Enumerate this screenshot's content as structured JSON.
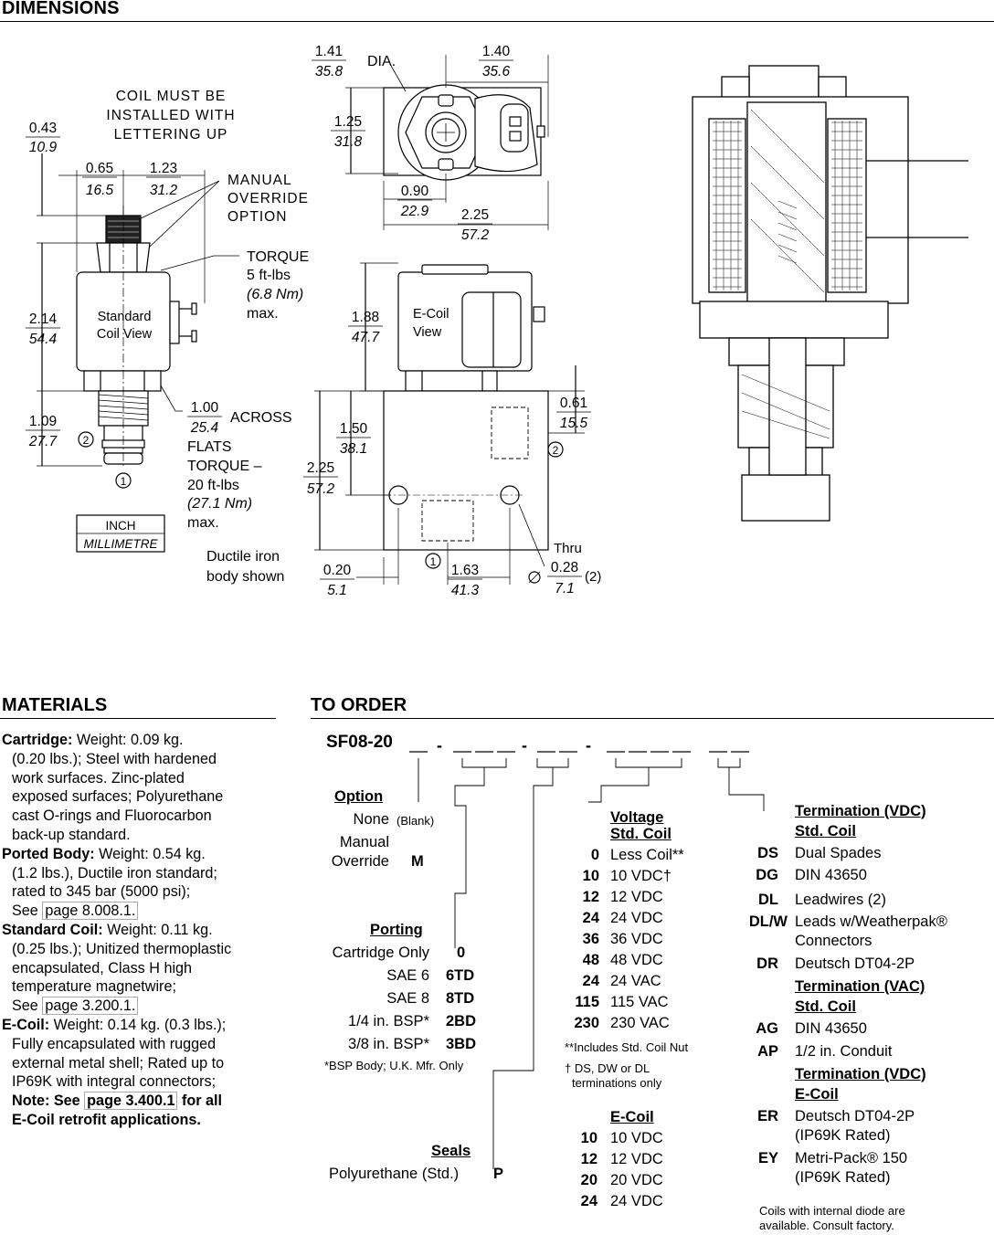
{
  "headings": {
    "dimensions": "DIMENSIONS",
    "materials": "MATERIALS",
    "to_order": "TO ORDER"
  },
  "dimensions": {
    "coil_note": [
      "COIL MUST BE",
      "INSTALLED WITH",
      "LETTERING UP"
    ],
    "manual_override": [
      "MANUAL",
      "OVERRIDE",
      "OPTION"
    ],
    "torque_coil": [
      "TORQUE",
      "5 ft-lbs",
      "(6.8 Nm)",
      "max."
    ],
    "torque_cart": [
      "TORQUE –",
      "20 ft-lbs",
      "(27.1 Nm)",
      "max."
    ],
    "across": "ACROSS",
    "flats": "FLATS",
    "standard_coil_view": [
      "Standard",
      "Coil View"
    ],
    "ecoil_view": [
      "E-Coil",
      "View"
    ],
    "unit_inch": "INCH",
    "unit_mm": "MILLIMETRE",
    "ductile": [
      "Ductile iron",
      "body shown"
    ],
    "dia": "DIA.",
    "thru": "Thru",
    "two": "(2)",
    "port1": "1",
    "port2": "2",
    "dims": [
      {
        "in": "0.43",
        "mm": "10.9"
      },
      {
        "in": "0.65",
        "mm": "16.5"
      },
      {
        "in": "1.23",
        "mm": "31.2"
      },
      {
        "in": "2.14",
        "mm": "54.4"
      },
      {
        "in": "1.00",
        "mm": "25.4"
      },
      {
        "in": "1.09",
        "mm": "27.7"
      },
      {
        "in": "1.41",
        "mm": "35.8"
      },
      {
        "in": "1.40",
        "mm": "35.6"
      },
      {
        "in": "1.25",
        "mm": "31.8"
      },
      {
        "in": "0.90",
        "mm": "22.9"
      },
      {
        "in": "2.25",
        "mm": "57.2"
      },
      {
        "in": "1.88",
        "mm": "47.7"
      },
      {
        "in": "1.50",
        "mm": "38.1"
      },
      {
        "in": "2.25",
        "mm": "57.2"
      },
      {
        "in": "0.61",
        "mm": "15.5"
      },
      {
        "in": "0.20",
        "mm": "5.1"
      },
      {
        "in": "1.63",
        "mm": "41.3"
      },
      {
        "in": "0.28",
        "mm": "7.1"
      }
    ]
  },
  "materials": [
    {
      "label": "Cartridge:",
      "lines": [
        "Weight: 0.09 kg.",
        "(0.20 lbs.); Steel with hardened",
        "work surfaces. Zinc-plated",
        "exposed surfaces; Polyurethane",
        "cast O-rings and Fluorocarbon",
        "back-up standard."
      ]
    },
    {
      "label": "Ported Body:",
      "lines": [
        "Weight: 0.54 kg.",
        "(1.2 lbs.), Ductile iron standard;",
        "rated to 345 bar (5000 psi);"
      ],
      "see": "See",
      "link": "page 8.008.1."
    },
    {
      "label": "Standard Coil:",
      "lines": [
        "Weight: 0.11 kg.",
        "(0.25 lbs.); Unitized thermoplastic",
        "encapsulated, Class H high",
        "temperature magnetwire;"
      ],
      "see": "See",
      "link": "page 3.200.1."
    },
    {
      "label": "E-Coil:",
      "lines": [
        "Weight: 0.14 kg. (0.3 lbs.);",
        "Fully encapsulated with rugged",
        "external metal shell; Rated up to",
        "IP69K with integral connectors;"
      ],
      "note_a": "Note: See",
      "link": "page 3.400.1",
      "note_b": "for all",
      "note_c": "E-Coil retrofit applications."
    }
  ],
  "order": {
    "model": "SF08-20",
    "option": {
      "title": "Option",
      "rows": [
        {
          "label": "None",
          "code": "(Blank)"
        },
        {
          "label": "Manual",
          "code": ""
        },
        {
          "label": "Override",
          "code": "M"
        }
      ]
    },
    "porting": {
      "title": "Porting",
      "rows": [
        {
          "label": "Cartridge Only",
          "code": "0"
        },
        {
          "label": "SAE 6",
          "code": "6TD"
        },
        {
          "label": "SAE 8",
          "code": "8TD"
        },
        {
          "label": "1/4 in. BSP*",
          "code": "2BD"
        },
        {
          "label": "3/8 in. BSP*",
          "code": "3BD"
        }
      ],
      "note": "*BSP Body; U.K. Mfr. Only"
    },
    "seals": {
      "title": "Seals",
      "label": "Polyurethane (Std.)",
      "code": "P"
    },
    "voltage": {
      "title1": "Voltage",
      "title2": "Std. Coil",
      "rows": [
        {
          "code": "0",
          "label": "Less Coil**"
        },
        {
          "code": "10",
          "label": "10 VDC†"
        },
        {
          "code": "12",
          "label": "12 VDC"
        },
        {
          "code": "24",
          "label": "24 VDC"
        },
        {
          "code": "36",
          "label": "36 VDC"
        },
        {
          "code": "48",
          "label": "48 VDC"
        },
        {
          "code": "24",
          "label": "24 VAC"
        },
        {
          "code": "115",
          "label": "115 VAC"
        },
        {
          "code": "230",
          "label": "230 VAC"
        }
      ],
      "note1": "**Includes Std. Coil Nut",
      "note2a": "† DS, DW or DL",
      "note2b": "terminations only"
    },
    "ecoil": {
      "title": "E-Coil",
      "rows": [
        {
          "code": "10",
          "label": "10 VDC"
        },
        {
          "code": "12",
          "label": "12 VDC"
        },
        {
          "code": "20",
          "label": "20 VDC"
        },
        {
          "code": "24",
          "label": "24 VDC"
        }
      ]
    },
    "term_vdc_std": {
      "title1": "Termination (VDC)",
      "title2": "Std. Coil",
      "rows": [
        {
          "code": "DS",
          "label": "Dual Spades"
        },
        {
          "code": "DG",
          "label": "DIN 43650"
        },
        {
          "code": "DL",
          "label": "Leadwires (2)"
        },
        {
          "code": "DL/W",
          "label": "Leads w/Weatherpak®"
        },
        {
          "code": "",
          "label": "Connectors"
        },
        {
          "code": "DR",
          "label": "Deutsch DT04-2P"
        }
      ]
    },
    "term_vac_std": {
      "title1": "Termination (VAC)",
      "title2": "Std. Coil",
      "rows": [
        {
          "code": "AG",
          "label": "DIN 43650"
        },
        {
          "code": "AP",
          "label": "1/2 in. Conduit"
        }
      ]
    },
    "term_vdc_ecoil": {
      "title1": "Termination (VDC)",
      "title2": "E-Coil",
      "rows": [
        {
          "code": "ER",
          "label": "Deutsch DT04-2P"
        },
        {
          "code": "",
          "label": "(IP69K Rated)"
        },
        {
          "code": "EY",
          "label": "Metri-Pack® 150"
        },
        {
          "code": "",
          "label": "(IP69K Rated)"
        }
      ]
    },
    "diode_note": [
      "Coils with internal diode are",
      "available. Consult factory."
    ]
  }
}
